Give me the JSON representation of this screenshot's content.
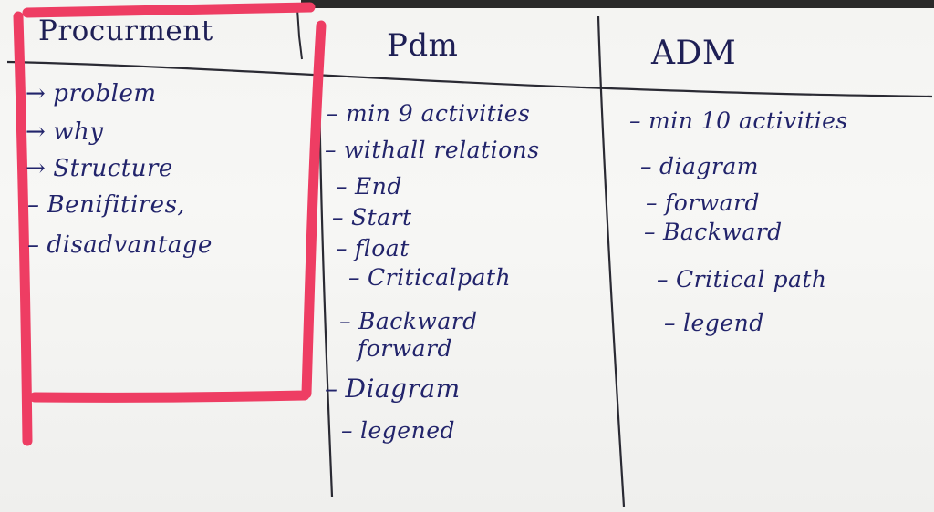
{
  "colors": {
    "ink": "#22246b",
    "highlight": "#ee3d63",
    "paper": "#f4f4f2"
  },
  "columns": [
    {
      "heading": "Procurment",
      "items": [
        {
          "marker": "→",
          "text": "problem"
        },
        {
          "marker": "→",
          "text": "why"
        },
        {
          "marker": "→",
          "text": "Structure"
        },
        {
          "marker": "–",
          "text": "Benifitires,"
        },
        {
          "marker": "–",
          "text": "disadvantage"
        }
      ]
    },
    {
      "heading": "Pdm",
      "items": [
        {
          "marker": "–",
          "text": "min 9 activities"
        },
        {
          "marker": "–",
          "text": "withall relations"
        },
        {
          "marker": "–",
          "text": "End"
        },
        {
          "marker": "–",
          "text": "Start"
        },
        {
          "marker": "–",
          "text": "float"
        },
        {
          "marker": "–",
          "text": "Criticalpath"
        },
        {
          "marker": "–",
          "text": "Backward"
        },
        {
          "marker": "",
          "text": "forward"
        },
        {
          "marker": "–",
          "text": "Diagram"
        },
        {
          "marker": "–",
          "text": "legened"
        }
      ]
    },
    {
      "heading": "ADM",
      "items": [
        {
          "marker": "–",
          "text": "min 10 activities"
        },
        {
          "marker": "–",
          "text": "diagram"
        },
        {
          "marker": "–",
          "text": "forward"
        },
        {
          "marker": "–",
          "text": "Backward"
        },
        {
          "marker": "–",
          "text": "Critical path"
        },
        {
          "marker": "–",
          "text": "legend"
        }
      ]
    }
  ]
}
